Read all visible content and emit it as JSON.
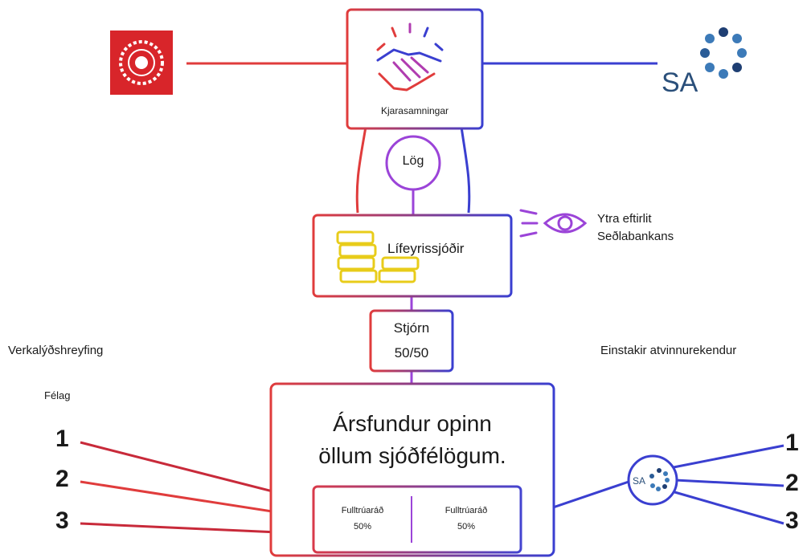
{
  "top": {
    "left_logo": "union-logo",
    "right_logo": "SA",
    "agreement_label": "Kjarasamningar"
  },
  "law_label": "Lög",
  "fund_label": "Lífeyrissjóðir",
  "oversight": {
    "line1": "Ytra eftirlit",
    "line2": "Seðlabankans"
  },
  "board": {
    "line1": "Stjórn",
    "line2": "50/50"
  },
  "left_group": {
    "heading": "Verkalýðshreyfing",
    "sub": "Félag",
    "numbers": [
      "1",
      "2",
      "3"
    ]
  },
  "right_group": {
    "heading": "Einstakir atvinnurekendur",
    "numbers": [
      "1",
      "2",
      "3"
    ],
    "logo": "SA"
  },
  "meeting": {
    "line1": "Ársfundur opinn",
    "line2": "öllum sjóðfélögum.",
    "council_left": {
      "name": "Fulltrúaráð",
      "share": "50%"
    },
    "council_right": {
      "name": "Fulltrúaráð",
      "share": "50%"
    }
  },
  "colors": {
    "red": "#e03c3c",
    "blue": "#3a3fd0",
    "purple": "#9b44d8",
    "gold": "#e8cc1a",
    "sa_blue": "#3c7ab8"
  }
}
